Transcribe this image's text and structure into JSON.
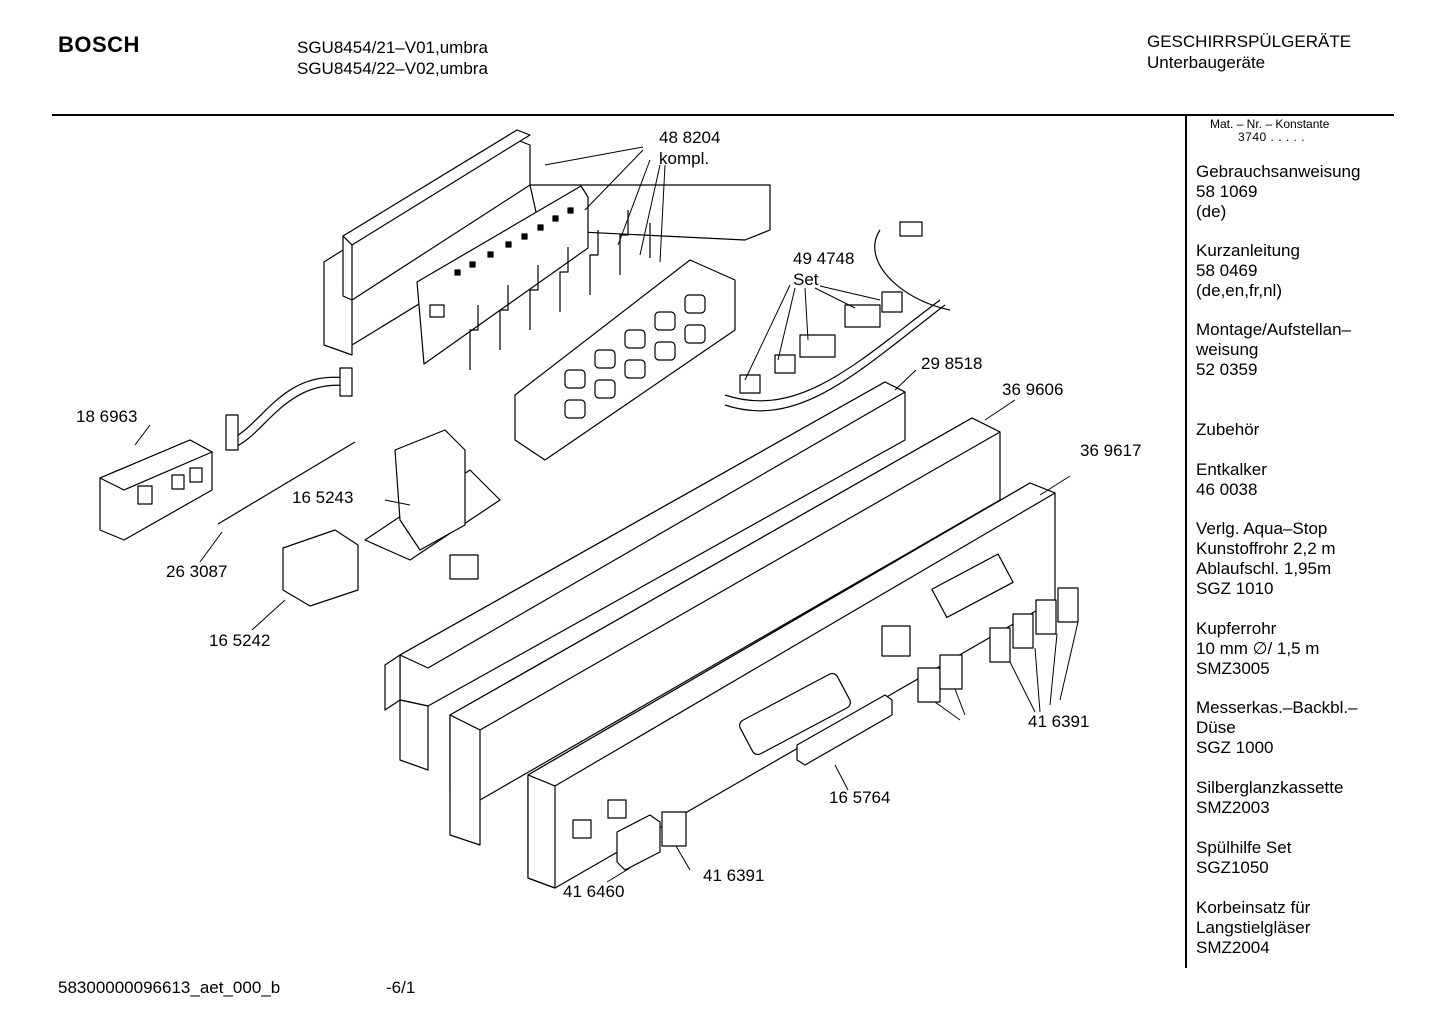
{
  "header": {
    "brand": "BOSCH",
    "models": [
      "SGU8454/21–V01,umbra",
      "SGU8454/22–V02,umbra"
    ],
    "category": "GESCHIRRSPÜLGERÄTE",
    "subcategory": "Unterbaugeräte"
  },
  "sidebar": {
    "header_line1": "Mat. – Nr. – Konstante",
    "header_line2": "3740  .  .  .  .  .",
    "blocks": [
      {
        "lines": [
          "Gebrauchsanweisung",
          "58 1069",
          "(de)"
        ]
      },
      {
        "lines": [
          "Kurzanleitung",
          "58 0469",
          "(de,en,fr,nl)"
        ]
      },
      {
        "lines": [
          "Montage/Aufstellan–",
          "weisung",
          "52 0359"
        ]
      },
      {
        "lines": [
          "Zubehör"
        ]
      },
      {
        "lines": [
          "Entkalker",
          "46 0038"
        ]
      },
      {
        "lines": [
          "Verlg. Aqua–Stop",
          "Kunstoffrohr 2,2 m",
          "Ablaufschl. 1,95m",
          "SGZ 1010"
        ]
      },
      {
        "lines": [
          "Kupferrohr",
          "10 mm ∅/ 1,5 m",
          "SMZ3005"
        ]
      },
      {
        "lines": [
          "Messerkas.–Backbl.–",
          "Düse",
          "SGZ 1000"
        ]
      },
      {
        "lines": [
          "Silberglanzkassette",
          "SMZ2003"
        ]
      },
      {
        "lines": [
          "Spülhilfe Set",
          "SGZ1050"
        ]
      },
      {
        "lines": [
          "Korbeinsatz für",
          "Langstielgläser",
          "SMZ2004"
        ]
      }
    ]
  },
  "diagram": {
    "labels": [
      "48 8204",
      "kompl.",
      "49 4748",
      "Set",
      "29 8518",
      "36 9606",
      "36 9617",
      "18 6963",
      "16 5243",
      "26 3087",
      "16 5242",
      "41 6391",
      "16 5764",
      "41 6391",
      "41 6460"
    ]
  },
  "footer": {
    "doc_id": "58300000096613_aet_000_b",
    "page": "-6/1"
  }
}
